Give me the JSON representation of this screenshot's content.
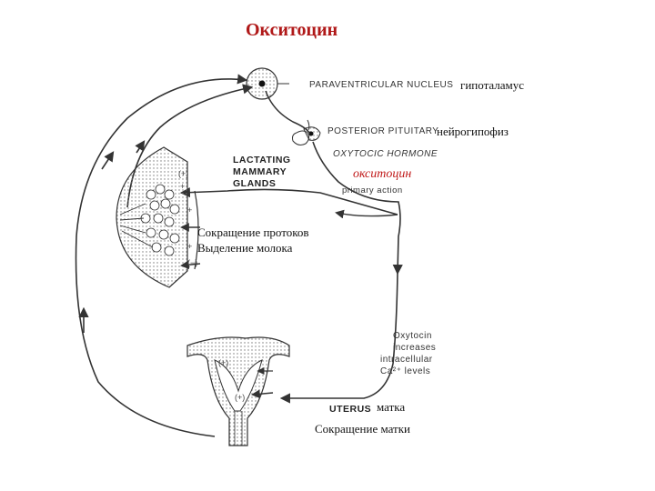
{
  "title": "Окситоцин",
  "labels_en": {
    "paraventricular": "PARAVENTRICULAR NUCLEUS",
    "posterior_pituitary": "POSTERIOR PITUITARY",
    "oxytocic_hormone": "OXYTOCIC HORMONE",
    "primary_action": "primary action",
    "lactating_1": "LACTATING",
    "lactating_2": "MAMMARY",
    "lactating_3": "GLANDS",
    "oxytocin_note_1": "Oxytocin",
    "oxytocin_note_2": "increases",
    "oxytocin_note_3": "intracellular",
    "oxytocin_note_4": "Ca²⁺ levels",
    "uterus": "UTERUS"
  },
  "labels_ru": {
    "hypothalamus": "гипоталамус",
    "neurohypophysis": "нейрогипофиз",
    "oxytocin": "окситоцин",
    "duct_contraction": "Сокращение протоков",
    "milk_release": "Выделение молока",
    "uterus": "матка",
    "uterus_contraction": "Сокращение матки"
  },
  "signs": {
    "plus": "(+)",
    "minus": "(−)",
    "plus_bare": "+"
  }
}
